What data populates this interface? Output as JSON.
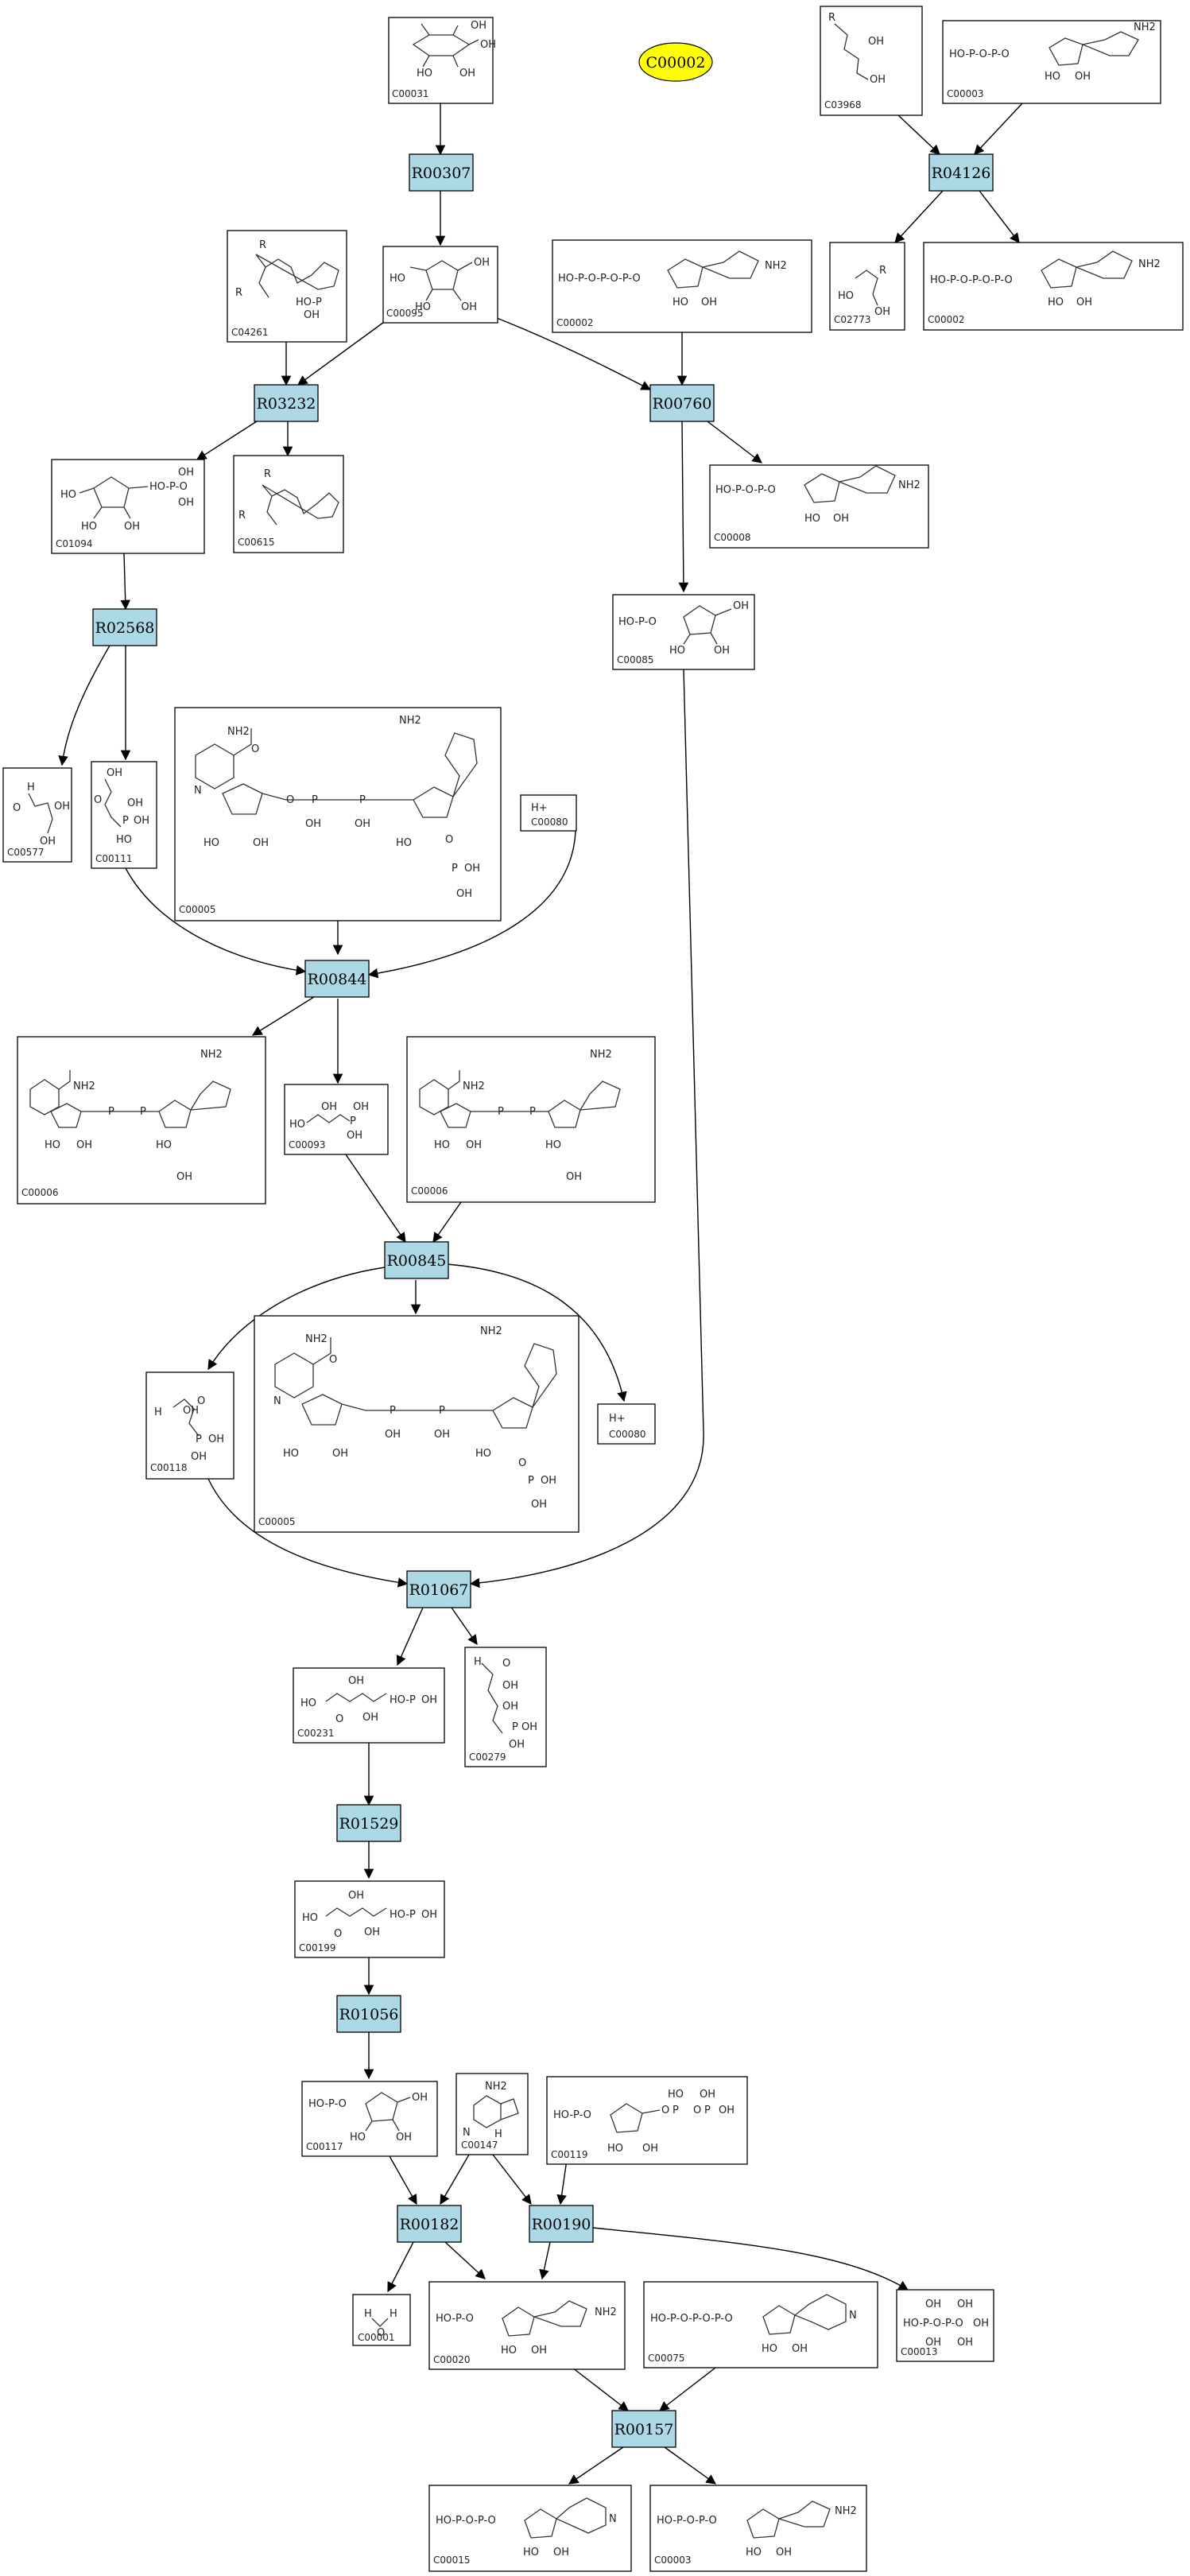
{
  "focus": {
    "label": "C00002",
    "color": "#ffff00"
  },
  "colors": {
    "reaction_fill": "#add8e6",
    "edge": "#000000"
  },
  "reactions": [
    {
      "key": "R00307",
      "label": "R00307"
    },
    {
      "key": "R04126",
      "label": "R04126"
    },
    {
      "key": "R03232",
      "label": "R03232"
    },
    {
      "key": "R00760",
      "label": "R00760"
    },
    {
      "key": "R02568",
      "label": "R02568"
    },
    {
      "key": "R00844",
      "label": "R00844"
    },
    {
      "key": "R00845",
      "label": "R00845"
    },
    {
      "key": "R01067",
      "label": "R01067"
    },
    {
      "key": "R01529",
      "label": "R01529"
    },
    {
      "key": "R01056",
      "label": "R01056"
    },
    {
      "key": "R00182",
      "label": "R00182"
    },
    {
      "key": "R00190",
      "label": "R00190"
    },
    {
      "key": "R00157",
      "label": "R00157"
    }
  ],
  "compounds": [
    {
      "key": "c00031",
      "id": "C00031",
      "icon": "hexose-ring"
    },
    {
      "key": "c03968",
      "id": "C03968",
      "icon": "acyl-glycerol-phosphate"
    },
    {
      "key": "c00003a",
      "id": "C00003",
      "icon": "nucleotide-chain"
    },
    {
      "key": "c04261",
      "id": "C04261",
      "icon": "histidine-peptide"
    },
    {
      "key": "c00095",
      "id": "C00095",
      "icon": "furanose-ring"
    },
    {
      "key": "c00002a",
      "id": "C00002",
      "icon": "atp-chain"
    },
    {
      "key": "c02773",
      "id": "C02773",
      "icon": "acyl-glycerol"
    },
    {
      "key": "c00002b",
      "id": "C00002",
      "icon": "atp-chain"
    },
    {
      "key": "c01094",
      "id": "C01094",
      "icon": "furanose-phosphate"
    },
    {
      "key": "c00615",
      "id": "C00615",
      "icon": "histidine-peptide"
    },
    {
      "key": "c00008",
      "id": "C00008",
      "icon": "adp-chain"
    },
    {
      "key": "c00085",
      "id": "C00085",
      "icon": "furanose-phosphate"
    },
    {
      "key": "c00577",
      "id": "C00577",
      "icon": "glyceraldehyde"
    },
    {
      "key": "c00111",
      "id": "C00111",
      "icon": "dihydroxyacetone-phosphate"
    },
    {
      "key": "c00005a",
      "id": "C00005",
      "icon": "nadph"
    },
    {
      "key": "c00080a",
      "id": "C00080",
      "icon": "proton"
    },
    {
      "key": "c00006a",
      "id": "C00006",
      "icon": "nadp"
    },
    {
      "key": "c00093",
      "id": "C00093",
      "icon": "glycerol-phosphate"
    },
    {
      "key": "c00006b",
      "id": "C00006",
      "icon": "nadp"
    },
    {
      "key": "c00118",
      "id": "C00118",
      "icon": "glyceraldehyde-phosphate"
    },
    {
      "key": "c00005b",
      "id": "C00005",
      "icon": "nadph"
    },
    {
      "key": "c00080b",
      "id": "C00080",
      "icon": "proton"
    },
    {
      "key": "c00231",
      "id": "C00231",
      "icon": "xylulose-phosphate"
    },
    {
      "key": "c00279",
      "id": "C00279",
      "icon": "erythrose-phosphate"
    },
    {
      "key": "c00199",
      "id": "C00199",
      "icon": "ribulose-phosphate"
    },
    {
      "key": "c00117",
      "id": "C00117",
      "icon": "ribose-phosphate"
    },
    {
      "key": "c00147",
      "id": "C00147",
      "icon": "adenine"
    },
    {
      "key": "c00119",
      "id": "C00119",
      "icon": "prpp"
    },
    {
      "key": "c00001",
      "id": "C00001",
      "icon": "water"
    },
    {
      "key": "c00020",
      "id": "C00020",
      "icon": "amp-chain"
    },
    {
      "key": "c00075",
      "id": "C00075",
      "icon": "utp-chain"
    },
    {
      "key": "c00013",
      "id": "C00013",
      "icon": "pyrophosphate"
    },
    {
      "key": "c00015",
      "id": "C00015",
      "icon": "udp-chain"
    },
    {
      "key": "c00003b",
      "id": "C00003",
      "icon": "nucleotide-chain"
    }
  ],
  "chem_labels": {
    "oh": "OH",
    "ho": "HO",
    "hop": "HO-P",
    "p": "P",
    "o": "O",
    "n": "N",
    "nh2": "NH2",
    "r": "R",
    "h": "H",
    "hplus": "H+",
    "chain_triphosphate": "HO-P-O-P-O-P-O",
    "chain_diphosphate": "HO-P-O-P-O",
    "chain_monophosphate": "HO-P-O"
  }
}
